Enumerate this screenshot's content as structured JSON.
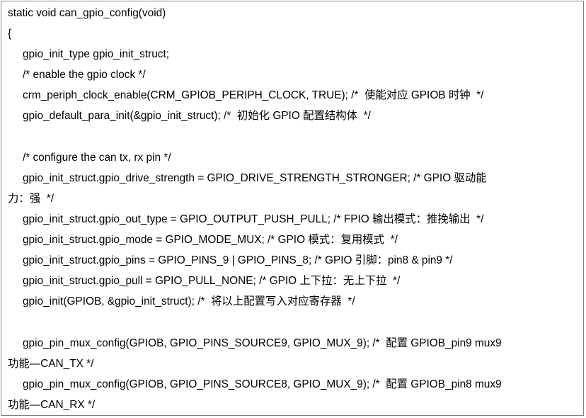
{
  "code_lines": [
    {
      "text": "static void can_gpio_config(void)",
      "indent": false
    },
    {
      "text": "{",
      "indent": false
    },
    {
      "text": "gpio_init_type gpio_init_struct;",
      "indent": true
    },
    {
      "text": "/* enable the gpio clock */",
      "indent": true
    },
    {
      "text": "crm_periph_clock_enable(CRM_GPIOB_PERIPH_CLOCK, TRUE); /*  使能对应 GPIOB 时钟  */",
      "indent": true
    },
    {
      "text": "gpio_default_para_init(&gpio_init_struct); /*  初始化 GPIO 配置结构体  */",
      "indent": true
    },
    {
      "text": "",
      "indent": false
    },
    {
      "text": "/* configure the can tx, rx pin */",
      "indent": true
    },
    {
      "text": "gpio_init_struct.gpio_drive_strength = GPIO_DRIVE_STRENGTH_STRONGER; /* GPIO 驱动能",
      "indent": true
    },
    {
      "text": "力：强  */",
      "indent": false
    },
    {
      "text": "gpio_init_struct.gpio_out_type = GPIO_OUTPUT_PUSH_PULL; /* FPIO 输出模式：推挽输出  */",
      "indent": true
    },
    {
      "text": "gpio_init_struct.gpio_mode = GPIO_MODE_MUX; /* GPIO 模式：复用模式  */",
      "indent": true
    },
    {
      "text": "gpio_init_struct.gpio_pins = GPIO_PINS_9 | GPIO_PINS_8; /* GPIO 引脚：pin8 & pin9 */",
      "indent": true
    },
    {
      "text": "gpio_init_struct.gpio_pull = GPIO_PULL_NONE; /* GPIO 上下拉：无上下拉  */",
      "indent": true
    },
    {
      "text": "gpio_init(GPIOB, &gpio_init_struct); /*  将以上配置写入对应寄存器  */",
      "indent": true
    },
    {
      "text": "",
      "indent": false
    },
    {
      "text": "gpio_pin_mux_config(GPIOB, GPIO_PINS_SOURCE9, GPIO_MUX_9); /*  配置 GPIOB_pin9 mux9",
      "indent": true
    },
    {
      "text": "功能—CAN_TX */",
      "indent": false
    },
    {
      "text": "gpio_pin_mux_config(GPIOB, GPIO_PINS_SOURCE8, GPIO_MUX_9); /*  配置 GPIOB_pin8 mux9",
      "indent": true
    },
    {
      "text": "功能—CAN_RX */",
      "indent": false
    }
  ]
}
